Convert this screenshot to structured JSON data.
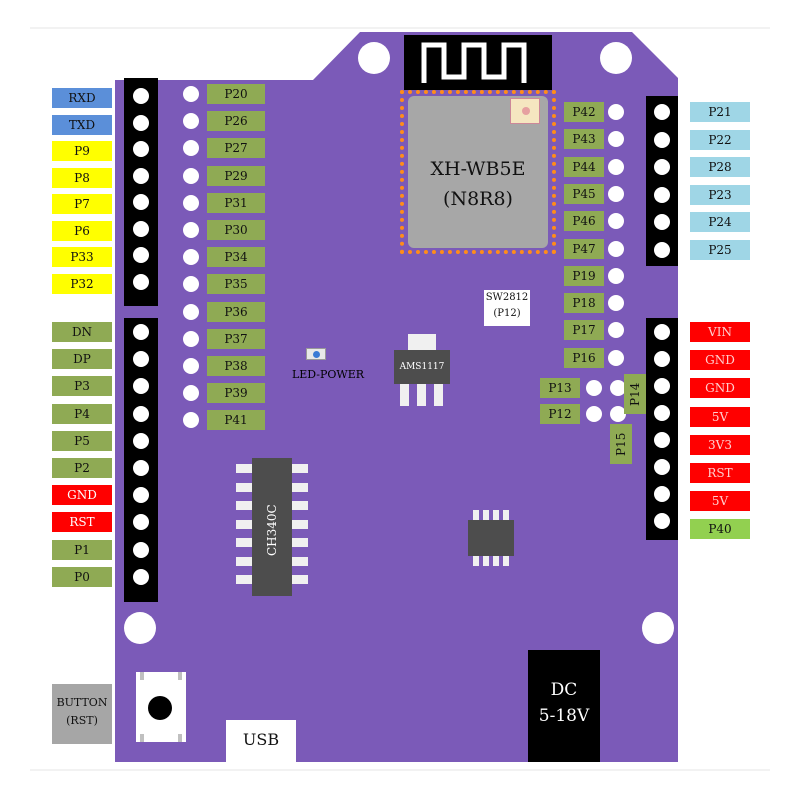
{
  "colors": {
    "board": "#7b5ab8",
    "blue": "#5b8fd9",
    "yellow": "#ffff00",
    "green": "#8faa54",
    "red": "#ff0000",
    "lightblue": "#9fd6e6",
    "lightgreen": "#92d050",
    "gray": "#a6a6a6"
  },
  "left_labels_top": [
    "RXD",
    "TXD",
    "P9",
    "P8",
    "P7",
    "P6",
    "P33",
    "P32"
  ],
  "left_labels_bottom": [
    "DN",
    "DP",
    "P3",
    "P4",
    "P5",
    "P2",
    "GND",
    "RST",
    "P1",
    "P0"
  ],
  "inner_left_pins": [
    "P20",
    "P26",
    "P27",
    "P29",
    "P31",
    "P30",
    "P34",
    "P35",
    "P36",
    "P37",
    "P38",
    "P39",
    "P41"
  ],
  "center_right_pins": [
    "P42",
    "P43",
    "P44",
    "P45",
    "P46",
    "P47",
    "P19",
    "P18",
    "P17",
    "P16"
  ],
  "pins_p13_p12": [
    "P13",
    "P12"
  ],
  "pin_p14": "P14",
  "pin_p15": "P15",
  "right_labels_top": [
    "P21",
    "P22",
    "P28",
    "P23",
    "P24",
    "P25"
  ],
  "right_labels_bottom": [
    "VIN",
    "GND",
    "GND",
    "5V",
    "3V3",
    "RST",
    "5V",
    "P40"
  ],
  "module": {
    "line1": "XH-WB5E",
    "line2": "(N8R8)"
  },
  "led_label": "LED-POWER",
  "regulator_label": "AMS1117",
  "usb_chip_label": "CH340C",
  "sw_label": {
    "line1": "SW2812",
    "line2": "(P12)"
  },
  "dc_label": {
    "line1": "DC",
    "line2": "5-18V"
  },
  "usb_label": "USB",
  "button_label": {
    "line1": "BUTTON",
    "line2": "(RST)"
  }
}
